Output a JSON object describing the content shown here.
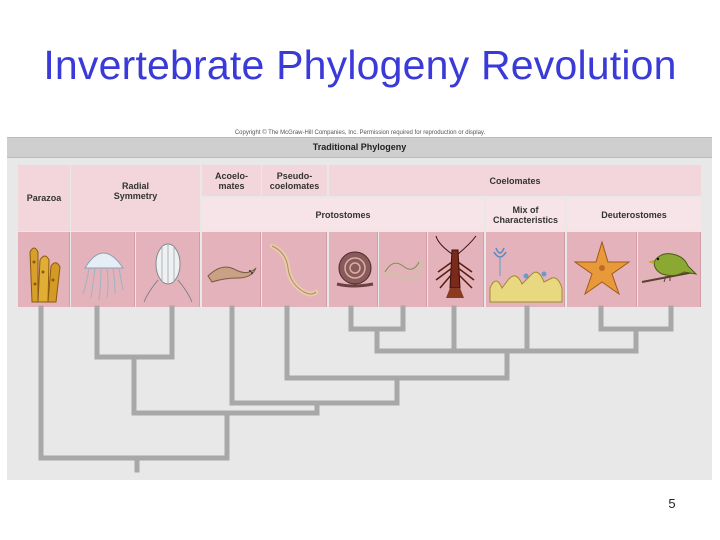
{
  "slide": {
    "title": "Invertebrate Phylogeny Revolution",
    "page_number": "5"
  },
  "figure": {
    "copyright": "Copyright © The McGraw-Hill Companies, Inc. Permission required for reproduction or display.",
    "traditional_bar": "Traditional Phylogeny",
    "headers": {
      "parazoa": "Parazoa",
      "radial_symmetry": "Radial Symmetry",
      "acoelomates": "Acoelo-mates",
      "pseudocoelomates": "Pseudo-coelomates",
      "coelomates": "Coelomates",
      "protostomes": "Protostomes",
      "mix": "Mix of Characteristics",
      "deuterostomes": "Deuterostomes"
    },
    "animals": [
      "sponge-icon",
      "jellyfish-icon",
      "comb-jelly-icon",
      "flatworm-icon",
      "roundworm-icon",
      "snail-icon",
      "earthworm-icon",
      "lobster-icon",
      "lophophorate-icon",
      "sea-star-icon",
      "bird-icon"
    ],
    "colors": {
      "header_pink": "#f3d6db",
      "header_light": "#f7e4e8",
      "panel_pink": "#e3b2ba",
      "tree_line": "#a8a8a8",
      "title_blue": "#3a3ad8"
    }
  }
}
